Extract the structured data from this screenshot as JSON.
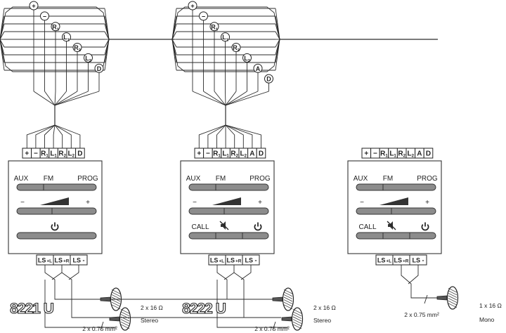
{
  "bus": {
    "taps": [
      {
        "letters": [
          "+",
          "−",
          "R",
          "L",
          "R",
          "L",
          "D"
        ],
        "subs": [
          "",
          "",
          "1",
          "1",
          "2",
          "2",
          ""
        ]
      },
      {
        "letters": [
          "+",
          "−",
          "R",
          "L",
          "R",
          "L",
          "A",
          "D"
        ],
        "subs": [
          "",
          "",
          "1",
          "1",
          "2",
          "2",
          "",
          ""
        ]
      }
    ]
  },
  "modules": [
    {
      "terminals": [
        {
          "letter": "+",
          "sub": ""
        },
        {
          "letter": "−",
          "sub": ""
        },
        {
          "letter": "R",
          "sub": "1"
        },
        {
          "letter": "L",
          "sub": "1"
        },
        {
          "letter": "R",
          "sub": "2"
        },
        {
          "letter": "L",
          "sub": "2"
        },
        {
          "letter": "D",
          "sub": ""
        }
      ],
      "row1": [
        "AUX",
        "FM",
        "PROG"
      ],
      "row2": [
        "−",
        "+"
      ],
      "call_label": "",
      "power_icon": "power-icon",
      "mute_icon": "",
      "outputs": [
        {
          "main": "LS",
          "sub": "+L"
        },
        {
          "main": "LS",
          "sub": "+R"
        },
        {
          "main": "LS -",
          "sub": ""
        }
      ],
      "model": "8221 U",
      "impedance": "2 x 16 Ω",
      "mode": "Stereo",
      "cable": "2 x 0.75 mm²",
      "speakers": 2
    },
    {
      "terminals": [
        {
          "letter": "+",
          "sub": ""
        },
        {
          "letter": "−",
          "sub": ""
        },
        {
          "letter": "R",
          "sub": "1"
        },
        {
          "letter": "L",
          "sub": "1"
        },
        {
          "letter": "R",
          "sub": "2"
        },
        {
          "letter": "L",
          "sub": "2"
        },
        {
          "letter": "A",
          "sub": ""
        },
        {
          "letter": "D",
          "sub": ""
        }
      ],
      "row1": [
        "AUX",
        "FM",
        "PROG"
      ],
      "row2": [
        "−",
        "+"
      ],
      "call_label": "CALL",
      "power_icon": "power-icon",
      "mute_icon": "speaker-mute-icon",
      "outputs": [
        {
          "main": "LS",
          "sub": "+L"
        },
        {
          "main": "LS",
          "sub": "+R"
        },
        {
          "main": "LS -",
          "sub": ""
        }
      ],
      "model": "8222 U",
      "impedance": "2 x 16 Ω",
      "mode": "Stereo",
      "cable": "2 x 0.75 mm²",
      "speakers": 2
    },
    {
      "terminals": [
        {
          "letter": "+",
          "sub": ""
        },
        {
          "letter": "−",
          "sub": ""
        },
        {
          "letter": "R",
          "sub": "1"
        },
        {
          "letter": "L",
          "sub": "1"
        },
        {
          "letter": "R",
          "sub": "2"
        },
        {
          "letter": "L",
          "sub": "2"
        },
        {
          "letter": "A",
          "sub": ""
        },
        {
          "letter": "D",
          "sub": ""
        }
      ],
      "row1": [
        "AUX",
        "FM",
        "PROG"
      ],
      "row2": [
        "−",
        "+"
      ],
      "call_label": "CALL",
      "power_icon": "power-icon",
      "mute_icon": "speaker-mute-icon",
      "outputs": [
        {
          "main": "LS",
          "sub": "+L"
        },
        {
          "main": "LS",
          "sub": "+R"
        },
        {
          "main": "LS -",
          "sub": ""
        }
      ],
      "model": "",
      "impedance": "1 x 16 Ω",
      "mode": "Mono",
      "cable": "2 x 0.75 mm²",
      "speakers": 1
    }
  ]
}
